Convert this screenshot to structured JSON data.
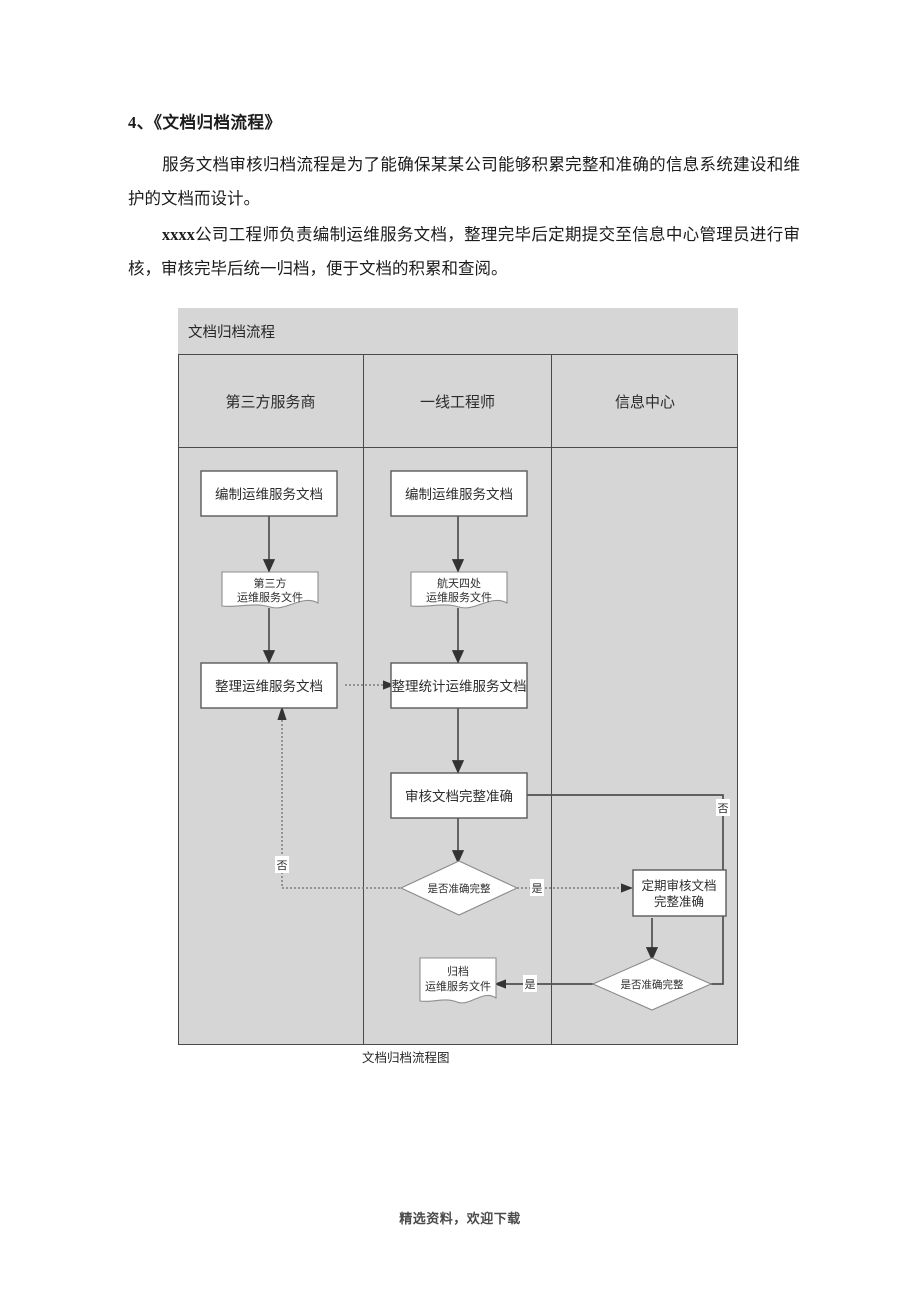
{
  "document": {
    "heading": "4、《文档归档流程》",
    "paragraphs": [
      "服务文档审核归档流程是为了能确保某某公司能够积累完整和准确的信息系统建设和维护的文档而设计。",
      "xxxx公司工程师负责编制运维服务文档，整理完毕后定期提交至信息中心管理员进行审核，审核完毕后统一归档，便于文档的积累和查阅。"
    ],
    "paragraph2_bold_prefix": "xxxx",
    "paragraph2_rest": "公司工程师负责编制运维服务文档，整理完毕后定期提交至信息中心管理员进行审核，审核完毕后统一归档，便于文档的积累和查阅。",
    "caption": "文档归档流程图",
    "footer": "精选资料，欢迎下载"
  },
  "flowchart": {
    "title": "文档归档流程",
    "lanes": [
      {
        "id": "lane-third-party",
        "label": "第三方服务商"
      },
      {
        "id": "lane-frontline-engineer",
        "label": "一线工程师"
      },
      {
        "id": "lane-information-center",
        "label": "信息中心"
      }
    ],
    "nodes": [
      {
        "id": "n1",
        "lane": 0,
        "type": "process",
        "label": "编制运维服务文档"
      },
      {
        "id": "n2",
        "lane": 0,
        "type": "document",
        "label_lines": [
          "第三方",
          "运维服务文件"
        ]
      },
      {
        "id": "n3",
        "lane": 0,
        "type": "process",
        "label": "整理运维服务文档"
      },
      {
        "id": "n4",
        "lane": 1,
        "type": "process",
        "label": "编制运维服务文档"
      },
      {
        "id": "n5",
        "lane": 1,
        "type": "document",
        "label_lines": [
          "航天四处",
          "运维服务文件"
        ]
      },
      {
        "id": "n6",
        "lane": 1,
        "type": "process",
        "label": "整理统计运维服务文档"
      },
      {
        "id": "n7",
        "lane": 1,
        "type": "process",
        "label": "审核文档完整准确"
      },
      {
        "id": "n8",
        "lane": 1,
        "type": "decision",
        "label": "是否准确完整"
      },
      {
        "id": "n9",
        "lane": 2,
        "type": "process",
        "label_lines": [
          "定期审核文档",
          "完整准确"
        ]
      },
      {
        "id": "n10",
        "lane": 2,
        "type": "decision",
        "label": "是否准确完整"
      },
      {
        "id": "n11",
        "lane": 1,
        "type": "document",
        "label_lines": [
          "归档",
          "运维服务文件"
        ]
      }
    ],
    "edge_labels": {
      "no_left": "否",
      "yes_mid": "是",
      "yes_bottom": "是",
      "no_right": "否"
    }
  },
  "colors": {
    "lane_background": "#d6d6d6",
    "frame_border": "#4a4a4a",
    "node_fill": "#ffffff",
    "node_border": "#5a5a5a",
    "connector": "#4f4f4f",
    "page_background": "#ffffff"
  }
}
